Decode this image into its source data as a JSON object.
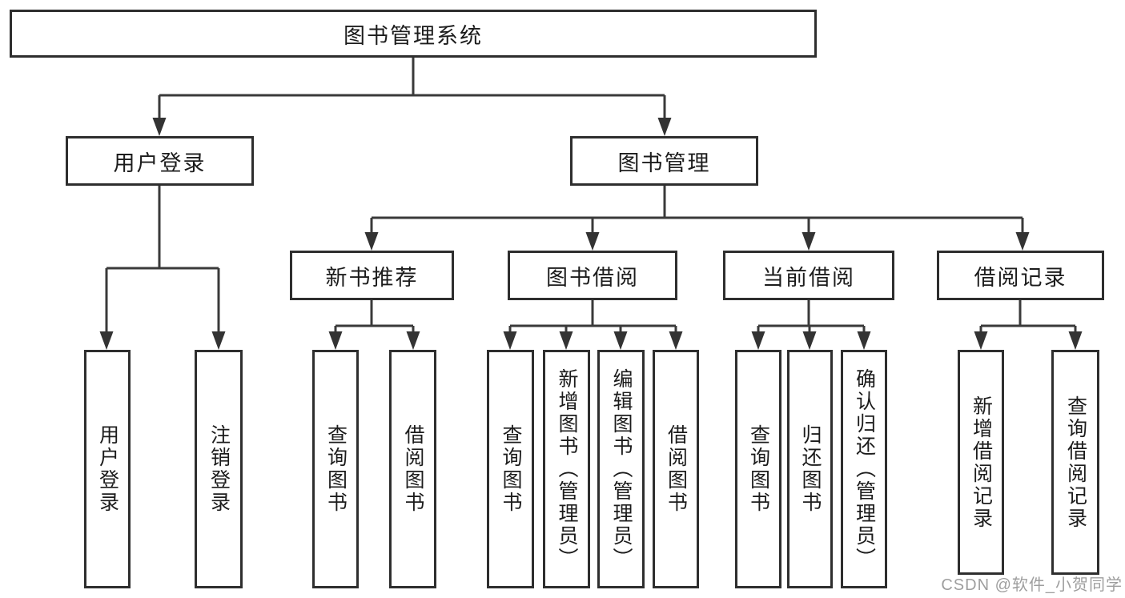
{
  "diagram": {
    "root": "图书管理系统",
    "level2": {
      "user_login": "用户登录",
      "book_mgmt": "图书管理"
    },
    "level3": {
      "new_book_rec": "新书推荐",
      "book_borrow": "图书借阅",
      "current_borrow": "当前借阅",
      "borrow_records": "借阅记录"
    },
    "leaves": {
      "user_login": "用户登录",
      "logout": "注销登录",
      "rec_query": "查询图书",
      "rec_borrow": "借阅图书",
      "bb_query": "查询图书",
      "bb_add": "新增图书（管理员）",
      "bb_edit": "编辑图书（管理员）",
      "bb_borrow": "借阅图书",
      "cb_query": "查询图书",
      "cb_return": "归还图书",
      "cb_confirm": "确认归还（管理员）",
      "br_add": "新增借阅记录",
      "br_query": "查询借阅记录"
    }
  },
  "watermark": "CSDN @软件_小贺同学",
  "colors": {
    "background": "#ffffff",
    "box_border": "#2e2e2e",
    "connector_line": "#3a3a3a",
    "text": "#1c1c1c",
    "watermark_text": "#9e9e9e"
  }
}
